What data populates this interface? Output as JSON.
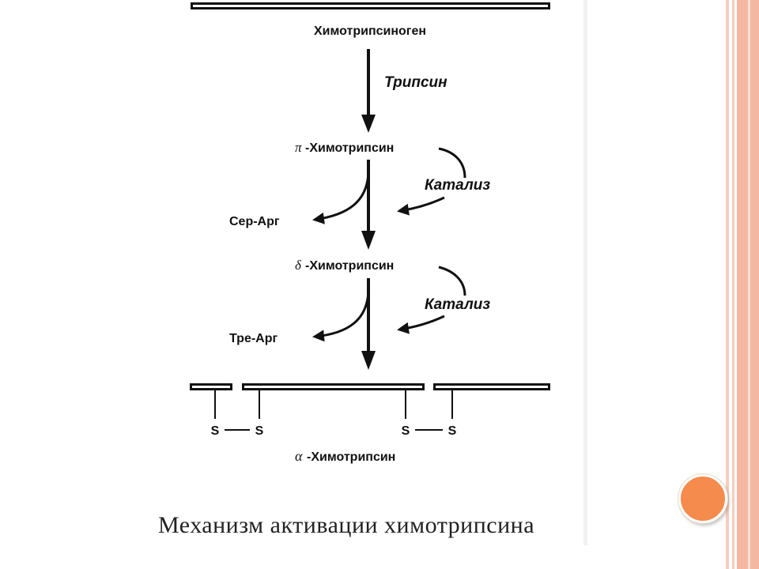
{
  "diagram": {
    "chymotrypsinogen": "Химотрипсиноген",
    "trypsin": "Трипсин",
    "pi_prefix": "π",
    "pi_chymotrypsin": "-Химотрипсин",
    "catalysis_1": "Катализ",
    "ser_arg": "Сер-Арг",
    "delta_prefix": "δ",
    "delta_chymotrypsin": "-Химотрипсин",
    "catalysis_2": "Катализ",
    "thr_arg": "Тре-Арг",
    "sulfur_1": "S",
    "sulfur_2": "S",
    "sulfur_3": "S",
    "sulfur_4": "S",
    "alpha_prefix": "α",
    "alpha_chymotrypsin": "-Химотрипсин"
  },
  "caption": "Механизм активации химотрипсина",
  "colors": {
    "stripe_dark": "#f0a890",
    "stripe_light": "#f8cdbd",
    "ornament": "#f58b4c"
  }
}
